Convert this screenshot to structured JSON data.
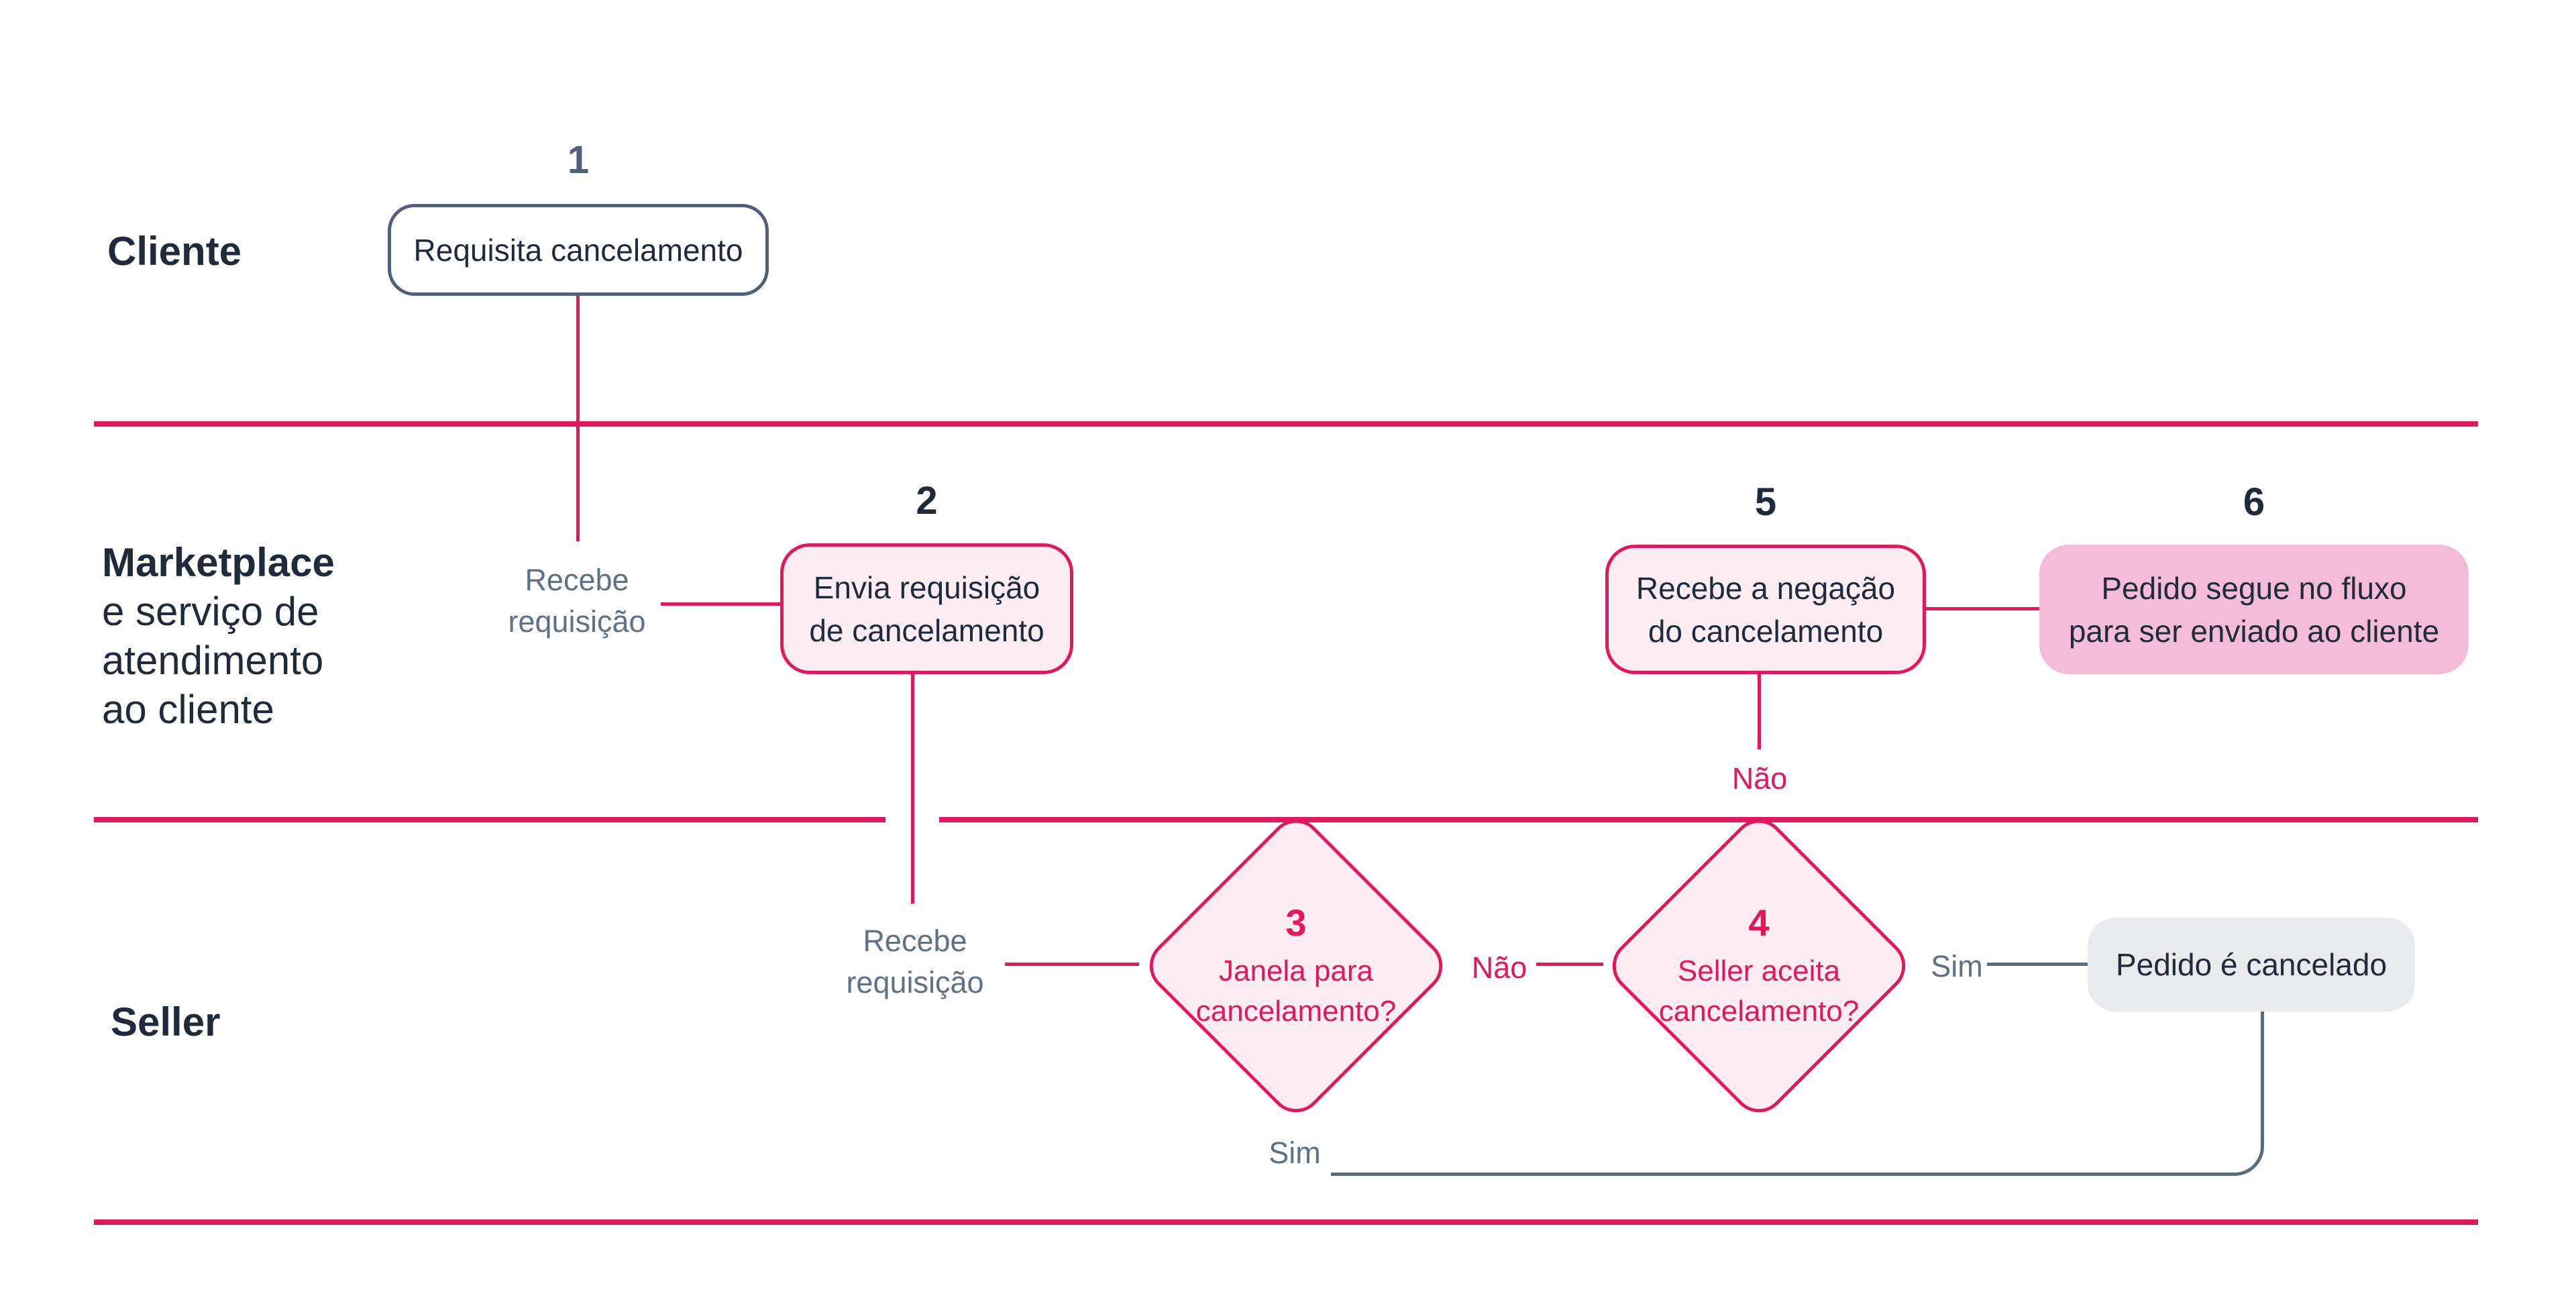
{
  "colors": {
    "pink": "#E4175C",
    "light-pink": "#FCEDF3",
    "medium-pink": "#F4BCD8",
    "navy": "#1F2B3B",
    "slate": "#51607A",
    "gray-text": "#5E7186",
    "gray-line": "#5A6B7C",
    "gray-fill": "#E8EAED"
  },
  "lanes": {
    "cliente": {
      "label": "Cliente"
    },
    "marketplace": {
      "line1": "Marketplace",
      "line2": "e serviço de",
      "line3": "atendimento",
      "line4": "ao cliente"
    },
    "seller": {
      "label": "Seller"
    }
  },
  "steps": {
    "s1": {
      "num": "1",
      "line1": "Requisita cancelamento"
    },
    "s2": {
      "num": "2",
      "line1": "Envia requisição",
      "line2": "de cancelamento"
    },
    "s3": {
      "num": "3",
      "line1": "Janela para",
      "line2": "cancelamento?"
    },
    "s4": {
      "num": "4",
      "line1": "Seller aceita",
      "line2": "cancelamento?"
    },
    "s5": {
      "num": "5",
      "line1": "Recebe a negação",
      "line2": "do cancelamento"
    },
    "s6": {
      "num": "6",
      "line1": "Pedido segue no fluxo",
      "line2": "para ser enviado ao cliente"
    },
    "end": {
      "line1": "Pedido é cancelado"
    }
  },
  "labels": {
    "recebe_marketplace": {
      "line1": "Recebe",
      "line2": "requisição"
    },
    "recebe_seller": {
      "line1": "Recebe",
      "line2": "requisição"
    },
    "nao_between_diamonds": "Não",
    "nao_above_diamond4": "Não",
    "sim_to_end": "Sim",
    "sim_below_diamond3": "Sim"
  }
}
